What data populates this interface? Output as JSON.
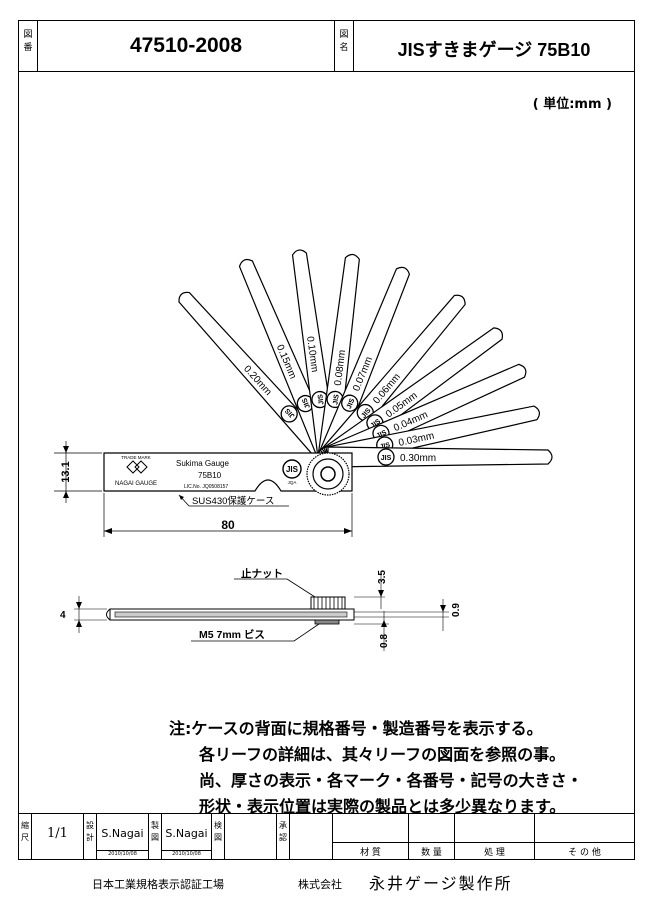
{
  "header": {
    "zuban_label": "図番",
    "drawing_number": "47510-2008",
    "zumei_label": "図名",
    "drawing_title": "JISすきまゲージ 75B10"
  },
  "unit_note": "( 単位:mm )",
  "drawing": {
    "leaf_labels": [
      "0.30mm",
      "0.03mm",
      "0.04mm",
      "0.05mm",
      "0.06mm",
      "0.07mm",
      "0.08mm",
      "0.10mm",
      "0.15mm",
      "0.20mm"
    ],
    "case_text": {
      "trade_mark": "TRADE MARK",
      "brand": "NAGAI GAUGE",
      "product": "Sukima Gauge",
      "model": "75B10",
      "license": "LIC.No. JQ0508157",
      "jis": "JIS",
      "jqa": "JQA"
    },
    "case_callout": "SUS430保護ケース",
    "dim_height": "13.1",
    "dim_length": "80",
    "nut_label": "止ナット",
    "screw_label": "M5 7mm ビス",
    "dim_nut": "3.5",
    "dim_thickness": "4",
    "dim_leaf": "0.9",
    "dim_case": "0.8"
  },
  "notes": [
    "注:ケースの背面に規格番号・製造番号を表示する。",
    "各リーフの詳細は、其々リーフの図面を参照の事。",
    "尚、厚さの表示・各マーク・各番号・記号の大きさ・",
    "形状・表示位置は実際の製品とは多少異なります。"
  ],
  "title_block": {
    "scale_label": "縮尺",
    "scale": "1/1",
    "design_label": "設計",
    "designer": "S.Nagai",
    "design_date": "2010/10/08",
    "drafting_label": "製図",
    "drafter": "S.Nagai",
    "drafting_date": "2010/10/08",
    "check_label": "検図",
    "approve_label": "承認",
    "material_label": "材 質",
    "qty_label": "数 量",
    "treatment_label": "処 理",
    "other_label": "そ の 他"
  },
  "footer": {
    "cert": "日本工業規格表示認証工場",
    "company_type": "株式会社",
    "company_name": "永井ゲージ製作所"
  }
}
